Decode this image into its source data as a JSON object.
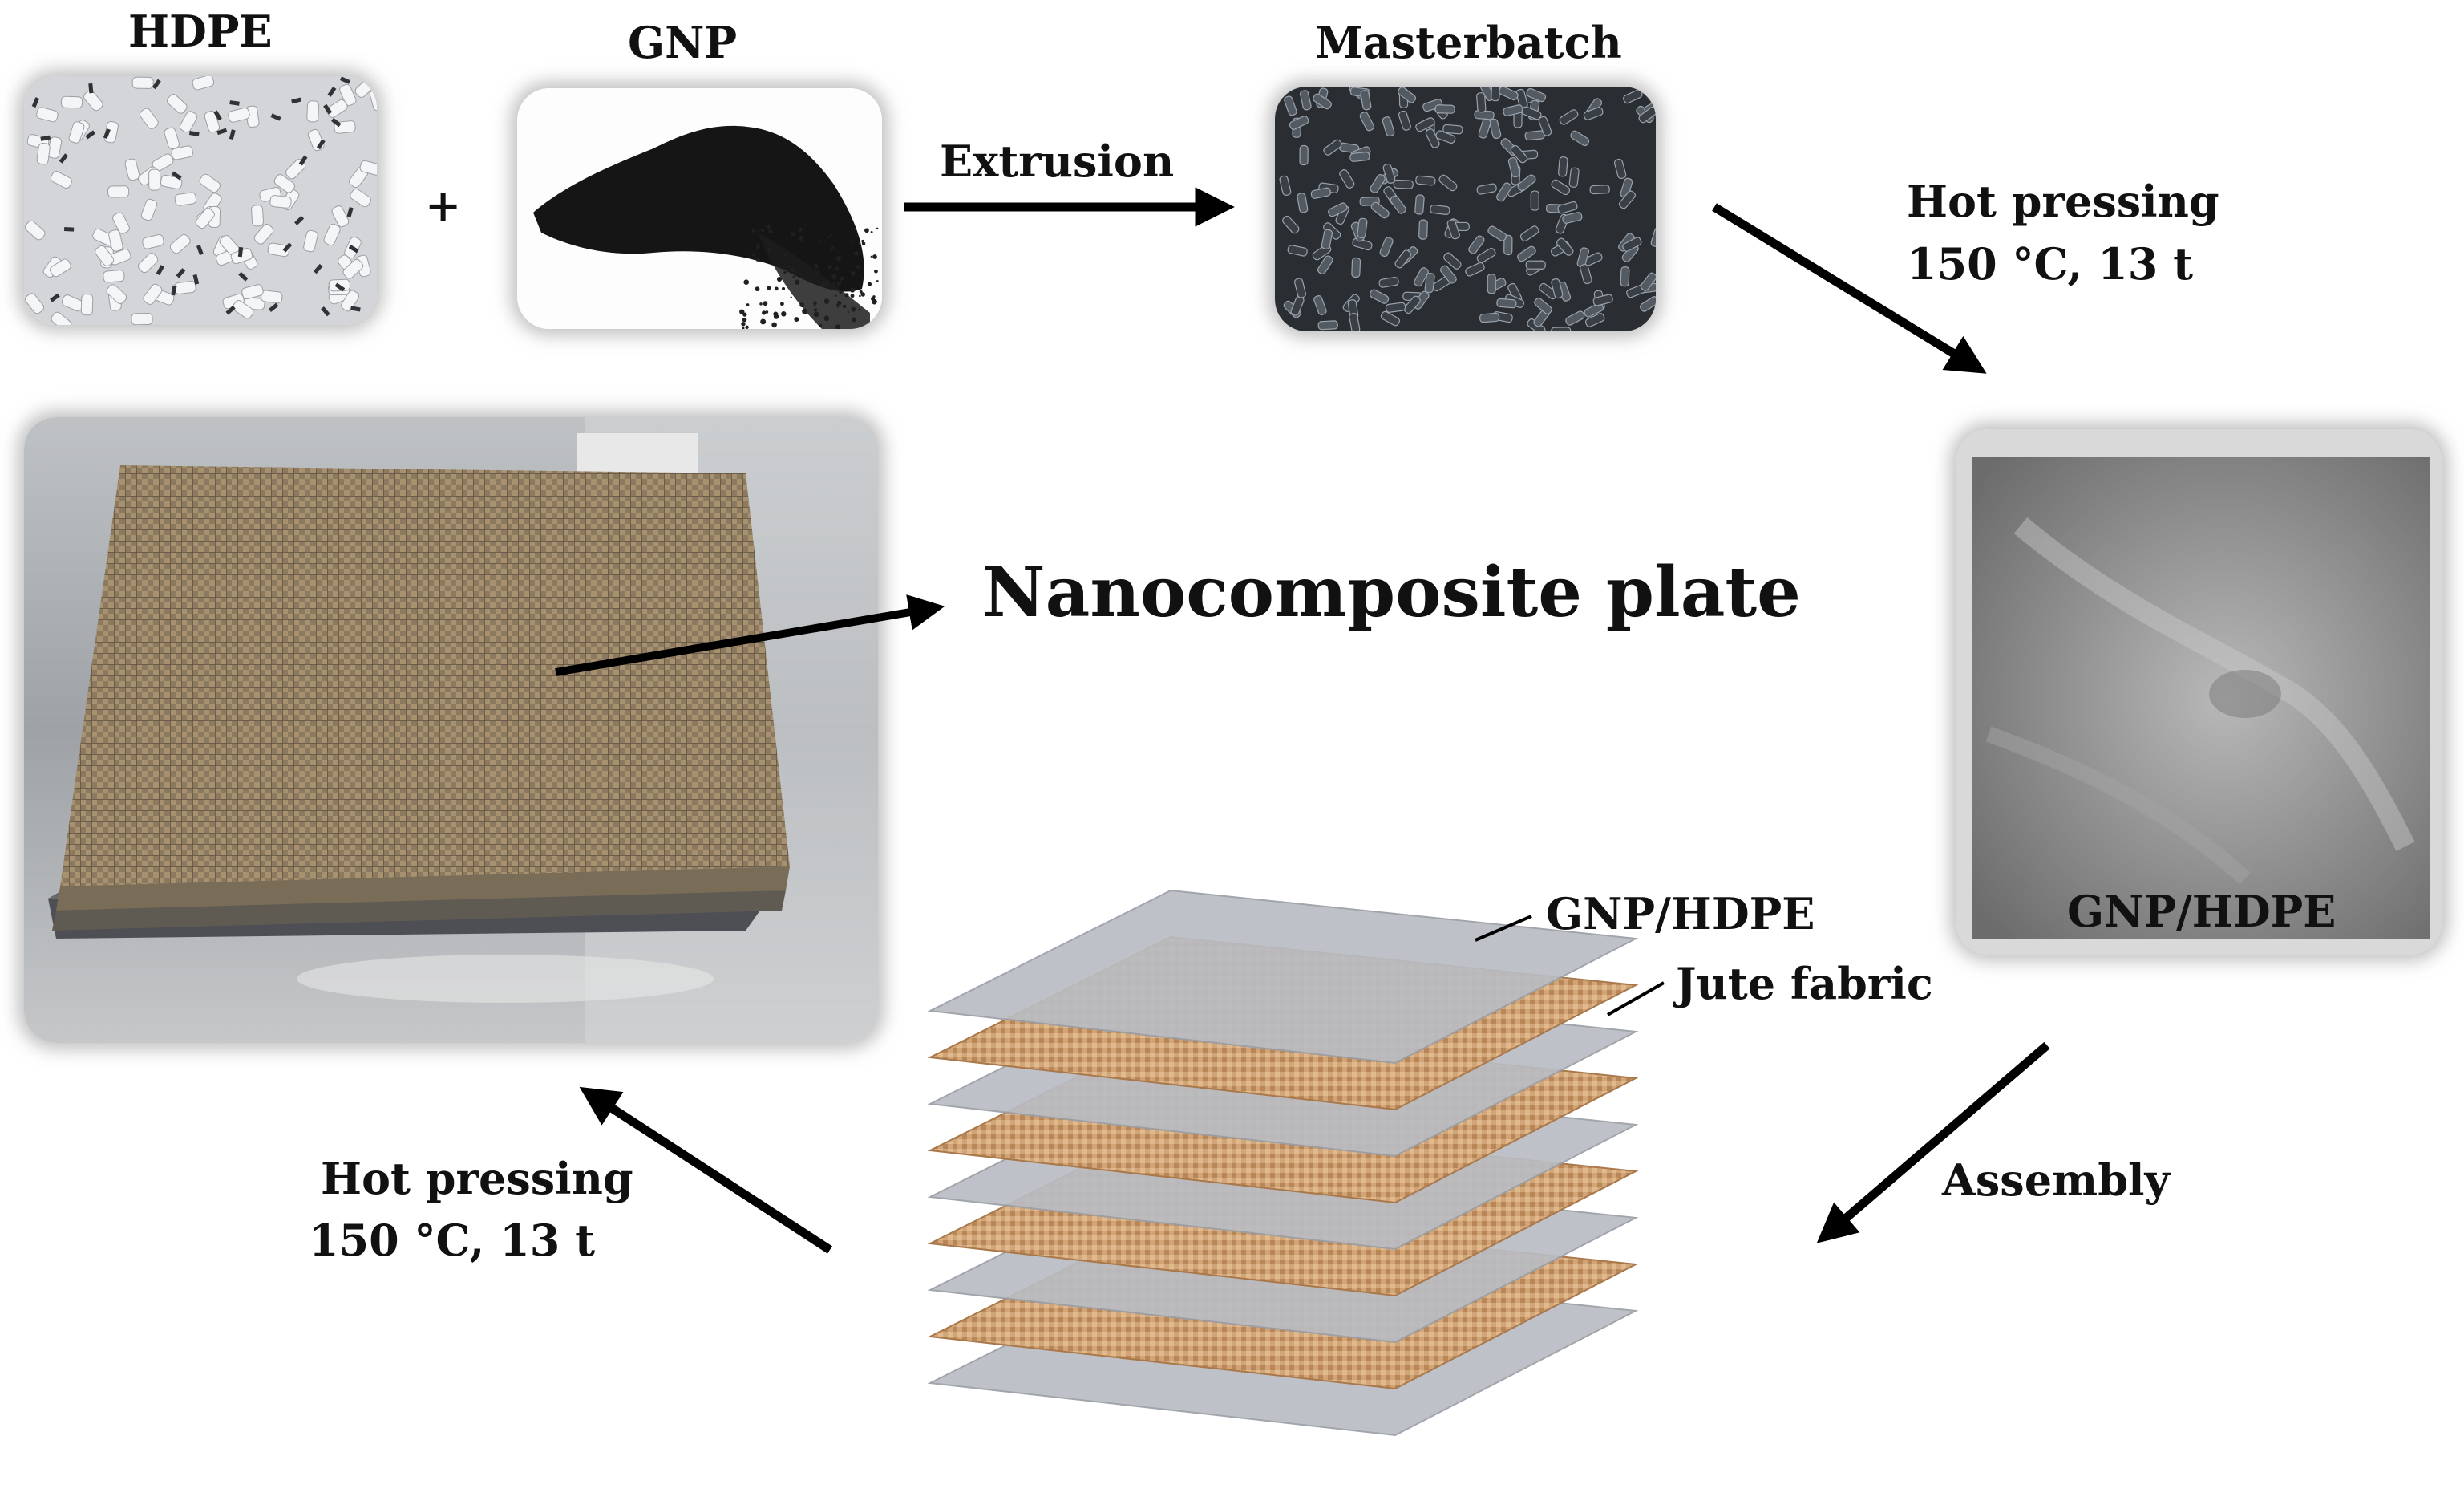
{
  "labels": {
    "hdpe": "HDPE",
    "gnp": "GNP",
    "plus": "+",
    "extrusion": "Extrusion",
    "masterbatch": "Masterbatch",
    "hot_pressing_1": "Hot pressing",
    "hot_pressing_1_params": "150 °C, 13 t",
    "film": "GNP/HDPE",
    "nanocomposite": "Nanocomposite plate",
    "layer_film": "GNP/HDPE",
    "layer_fabric": "Jute fabric",
    "assembly": "Assembly",
    "hot_pressing_2": "Hot pressing",
    "hot_pressing_2_params": "150 °C, 13 t"
  },
  "colors": {
    "arrow": "#000000",
    "film_layer": "#b9bcc3",
    "jute_layer": "#c99a6a",
    "pellet_background": "#cfd2d6",
    "gnp_powder": "#141414"
  },
  "stack": {
    "film_layers": 5,
    "jute_layers": 4
  }
}
